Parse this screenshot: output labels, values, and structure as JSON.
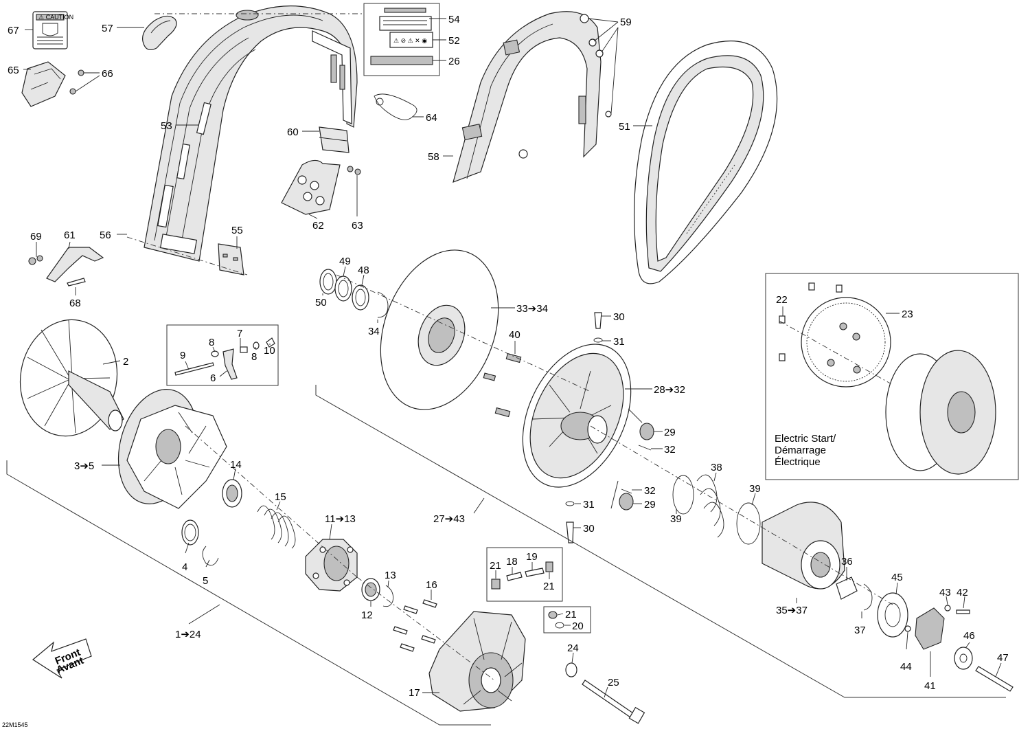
{
  "drawing_id": "22M1545",
  "front_arrow": {
    "line1": "Front",
    "line2": "Avant"
  },
  "electric_start_box": {
    "line1": "Electric Start/",
    "line2": "Démarrage",
    "line3": "Électrique"
  },
  "callouts": {
    "c67": "67",
    "c57": "57",
    "c54": "54",
    "c52": "52",
    "c26": "26",
    "c59": "59",
    "c65": "65",
    "c66": "66",
    "c53": "53",
    "c64": "64",
    "c60": "60",
    "c51": "51",
    "c58": "58",
    "c62": "62",
    "c63": "63",
    "c69": "69",
    "c61": "61",
    "c56": "56",
    "c55": "55",
    "c68": "68",
    "c49": "49",
    "c48": "48",
    "c50": "50",
    "c34": "34",
    "c33": "33➔34",
    "c30a": "30",
    "c31a": "31",
    "c40": "40",
    "c22": "22",
    "c23": "23",
    "c2": "2",
    "c7": "7",
    "c8a": "8",
    "c9": "9",
    "c10": "10",
    "c8b": "8",
    "c6": "6",
    "c28": "28➔32",
    "c29a": "29",
    "c32a": "32",
    "c3": "3➔5",
    "c14": "14",
    "c15": "15",
    "c38": "38",
    "c39a": "39",
    "c39b": "39",
    "c32b": "32",
    "c29b": "29",
    "c31b": "31",
    "c30b": "30",
    "c27": "27➔43",
    "c11": "11➔13",
    "c4": "4",
    "c5": "5",
    "c21a": "21",
    "c18": "18",
    "c19": "19",
    "c21b": "21",
    "c36": "36",
    "c45": "45",
    "c43": "43",
    "c42": "42",
    "c13": "13",
    "c16": "16",
    "c12": "12",
    "c21c": "21",
    "c20": "20",
    "c35": "35➔37",
    "c37": "37",
    "c1": "1➔24",
    "c24": "24",
    "c46": "46",
    "c44": "44",
    "c47": "47",
    "c41": "41",
    "c25": "25",
    "c17": "17"
  }
}
